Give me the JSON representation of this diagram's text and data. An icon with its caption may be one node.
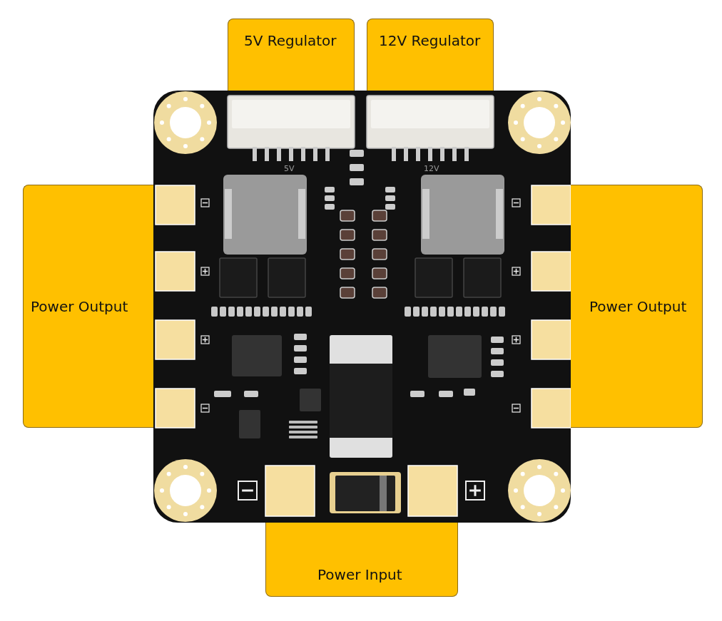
{
  "diagram": {
    "nodes": [
      {
        "text": [
          "5V Regulator"
        ]
      },
      {
        "text": [
          "12V Regulator"
        ]
      },
      {
        "text": [
          "Power Output"
        ]
      },
      {
        "text": [
          "Power Output"
        ]
      },
      {
        "text": [
          "Power Input"
        ]
      }
    ],
    "edges": [],
    "labels": [
      "5V",
      "12V"
    ]
  }
}
